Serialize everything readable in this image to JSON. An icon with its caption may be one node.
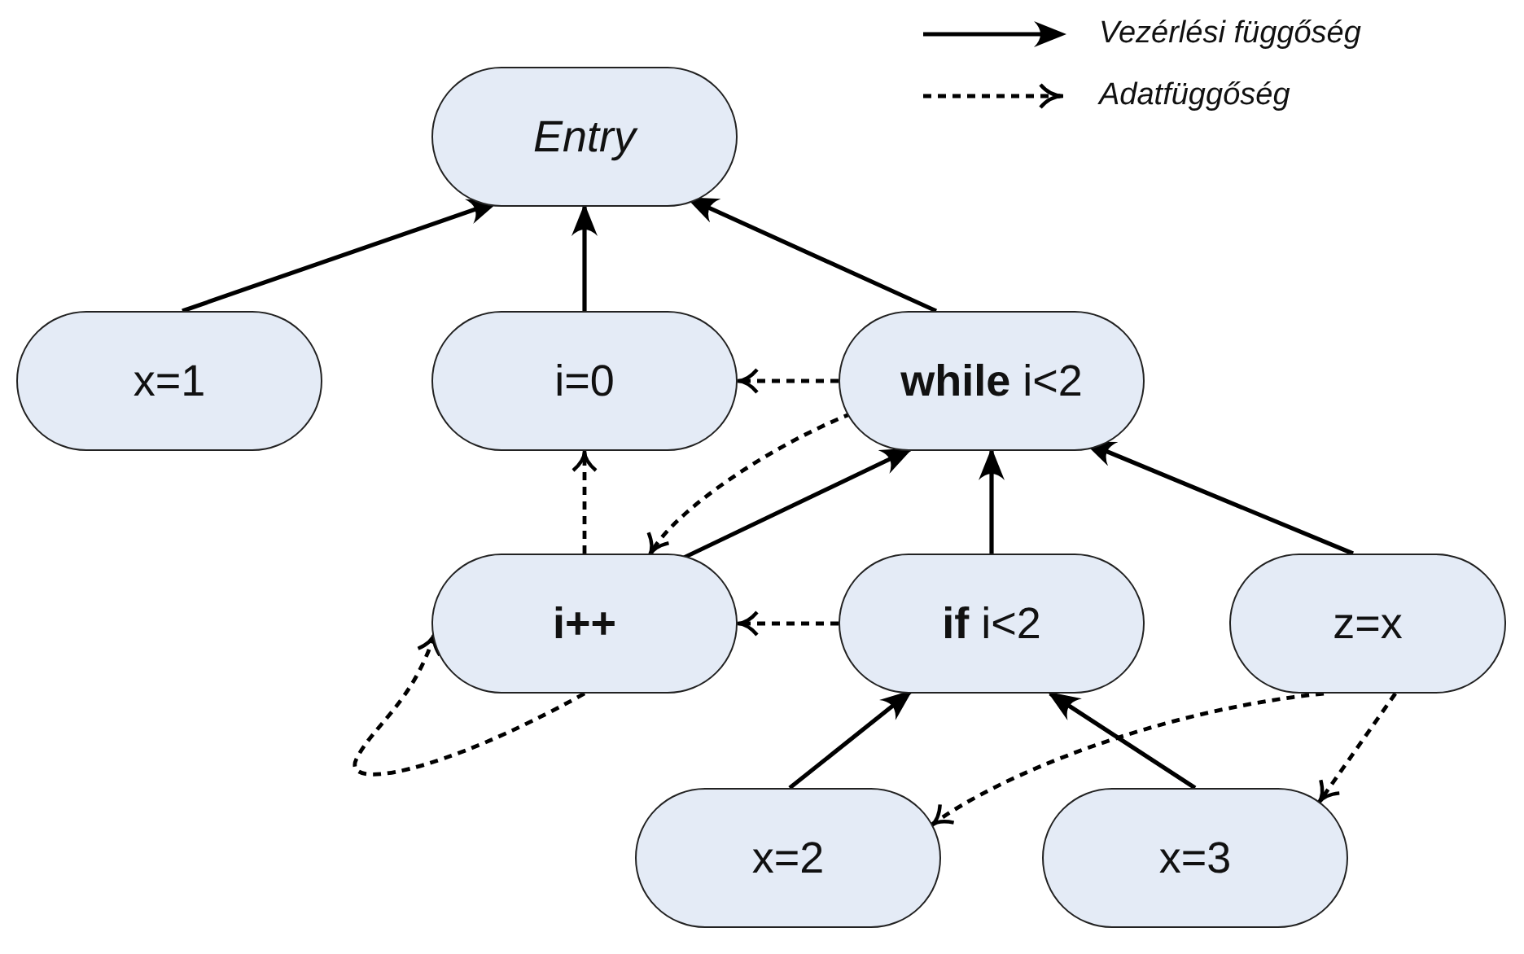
{
  "diagram": {
    "nodes": [
      {
        "text": [
          "Entry"
        ]
      },
      {
        "text": [
          "x=1"
        ]
      },
      {
        "text": [
          "i=0"
        ]
      },
      {
        "text": [
          "**while** i<2"
        ]
      },
      {
        "text": [
          "i++"
        ]
      },
      {
        "text": [
          "**if** i<2"
        ]
      },
      {
        "text": [
          "z=x"
        ]
      },
      {
        "text": [
          "x=2"
        ]
      },
      {
        "text": [
          "x=3"
        ]
      }
    ],
    "edges": [
      {
        "from": 1,
        "to": 0,
        "arrow": "to"
      },
      {
        "from": 2,
        "to": 0,
        "arrow": "to"
      },
      {
        "from": 3,
        "to": 0,
        "arrow": "to"
      },
      {
        "from": 3,
        "to": 2,
        "arrow": "to",
        "style": "dashed"
      },
      {
        "from": 3,
        "to": 4,
        "arrow": "to",
        "style": "dashed"
      },
      {
        "from": 4,
        "to": 2,
        "arrow": "to",
        "style": "dashed"
      },
      {
        "from": 4,
        "to": 4,
        "arrow": "to",
        "style": "dashed"
      },
      {
        "from": 4,
        "to": 3,
        "arrow": "to"
      },
      {
        "from": 5,
        "to": 3,
        "arrow": "to"
      },
      {
        "from": 6,
        "to": 3,
        "arrow": "to"
      },
      {
        "from": 5,
        "to": 4,
        "arrow": "to",
        "style": "dashed"
      },
      {
        "from": 7,
        "to": 5,
        "arrow": "to"
      },
      {
        "from": 8,
        "to": 5,
        "arrow": "to"
      },
      {
        "from": 6,
        "to": 7,
        "arrow": "to",
        "style": "dashed"
      },
      {
        "from": 6,
        "to": 8,
        "arrow": "to",
        "style": "dashed"
      }
    ],
    "legend": [
      {
        "text": "Vezérlési függőség"
      },
      {
        "text": "Adatfüggőség"
      }
    ]
  }
}
